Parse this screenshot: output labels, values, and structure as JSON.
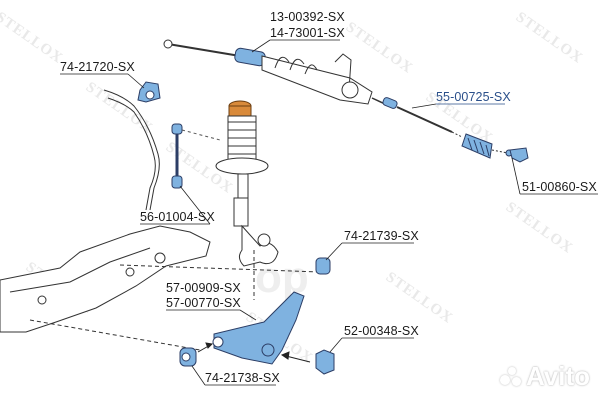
{
  "watermark": {
    "brand": "STELLOX",
    "marketplace": "Avito",
    "center_mark": "op"
  },
  "colors": {
    "part_highlight": "#7fb2e0",
    "part_outline": "#2c3e66",
    "bump_stop": "#d98a3a",
    "line": "#222222",
    "label_blue": "#2a4f8a"
  },
  "labels": {
    "steering_rack_boot_1": "13-00392-SX",
    "steering_rack_boot_2": "14-73001-SX",
    "stabilizer_bushing": "74-21720-SX",
    "tie_rod_axial": "55-00725-SX",
    "tie_rod_end": "51-00860-SX",
    "stabilizer_link": "56-01004-SX",
    "control_arm_bushing_rear": "74-21739-SX",
    "control_arm_1": "57-00909-SX",
    "control_arm_2": "57-00770-SX",
    "ball_joint": "52-00348-SX",
    "control_arm_bushing_front": "74-21738-SX"
  }
}
